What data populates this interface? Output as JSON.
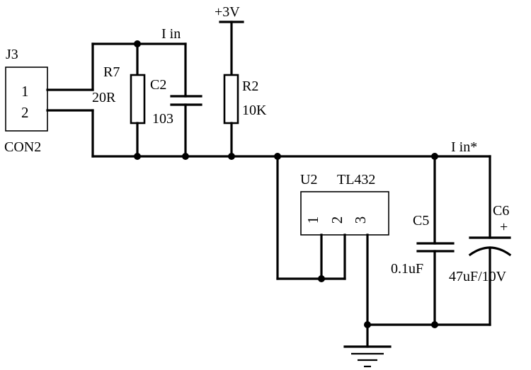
{
  "labels": {
    "j3": "J3",
    "con2": "CON2",
    "pin1": "1",
    "pin2": "2",
    "r7": "R7",
    "r7_val": "20R",
    "c2": "C2",
    "c2_val": "103",
    "i_in": "I  in",
    "supply": "+3V",
    "r2": "R2",
    "r2_val": "10K",
    "i_in_star": "I  in*",
    "u2": "U2",
    "u2_type": "TL432",
    "u2_pin1": "1",
    "u2_pin2": "2",
    "u2_pin3": "3",
    "c5": "C5",
    "c5_val": "0.1uF",
    "c6": "C6",
    "c6_val": "47uF/10V",
    "c6_plus": "+"
  }
}
